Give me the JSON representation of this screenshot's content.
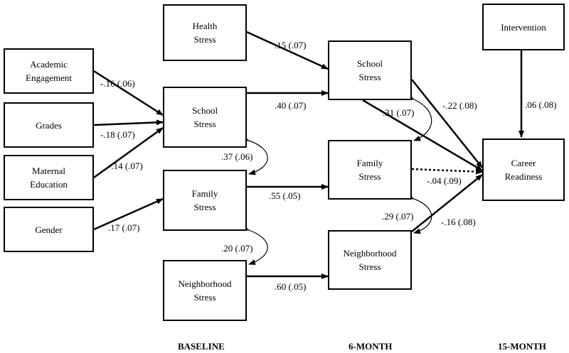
{
  "nodes": {
    "health_stress_baseline": "Health\nStress",
    "academic_engagement": "Academic\nEngagement",
    "grades": "Grades",
    "maternal_education": "Maternal\nEducation",
    "gender": "Gender",
    "school_stress_baseline": "School\nStress",
    "family_stress_baseline": "Family\nStress",
    "neighborhood_stress_baseline": "Neighborhood\nStress",
    "school_stress_6m": "School\nStress",
    "family_stress_6m": "Family\nStress",
    "neighborhood_stress_6m": "Neighborhood\nStress",
    "intervention": "Intervention",
    "career_readiness": "Career\nReadiness"
  },
  "coefficients": {
    "health_to_school6": ".15 (.07)",
    "academic_to_school": "-.16 (.06)",
    "grades_to_school": "-.18 (.07)",
    "maternal_to_school": "-.14 (.07)",
    "gender_to_family": ".17  (.07)",
    "school_to_school6": ".40 (.07)",
    "school_family_corr": ".37 (.06)",
    "family_to_family6": ".55 (.05)",
    "family_neighborhood_corr": ".20 (.07)",
    "neighborhood_to_neighborhood6": ".60 (.05)",
    "school6_family6_corr": ".31 (.07)",
    "school6_to_career": "-.22 (.08)",
    "family6_to_career": "-.04 (.09)",
    "family6_neighborhood6_corr": ".29 (.07)",
    "neighborhood6_to_career": "-.16 (.08)",
    "intervention_to_career": ".06 (.08)"
  },
  "phases": {
    "baseline": "BASELINE",
    "six_month": "6-MONTH",
    "fifteen_month": "15-MONTH"
  }
}
